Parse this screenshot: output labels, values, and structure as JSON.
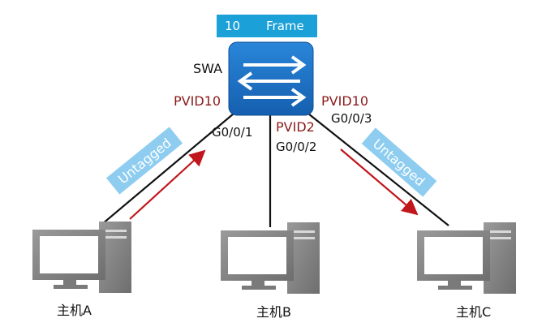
{
  "frame": {
    "vlan": "10",
    "label": "Frame"
  },
  "switch": {
    "name": "SWA"
  },
  "ports": {
    "p1": {
      "pvid": "PVID10",
      "interface": "G0/0/1"
    },
    "p2": {
      "pvid": "PVID2",
      "interface": "G0/0/2"
    },
    "p3": {
      "pvid": "PVID10",
      "interface": "G0/0/3"
    }
  },
  "links": {
    "a_tag": "Untagged",
    "c_tag": "Untagged"
  },
  "hosts": {
    "a": "主机A",
    "b": "主机B",
    "c": "主机C"
  },
  "colors": {
    "switch_fill": "#1a6fc4",
    "frame_badge": "#1ba0d8",
    "untagged_badge": "#8ecdf0",
    "pvid_text": "#8b1a1a",
    "arrow": "#c0161c",
    "host_gray": "#8a8a8a"
  }
}
